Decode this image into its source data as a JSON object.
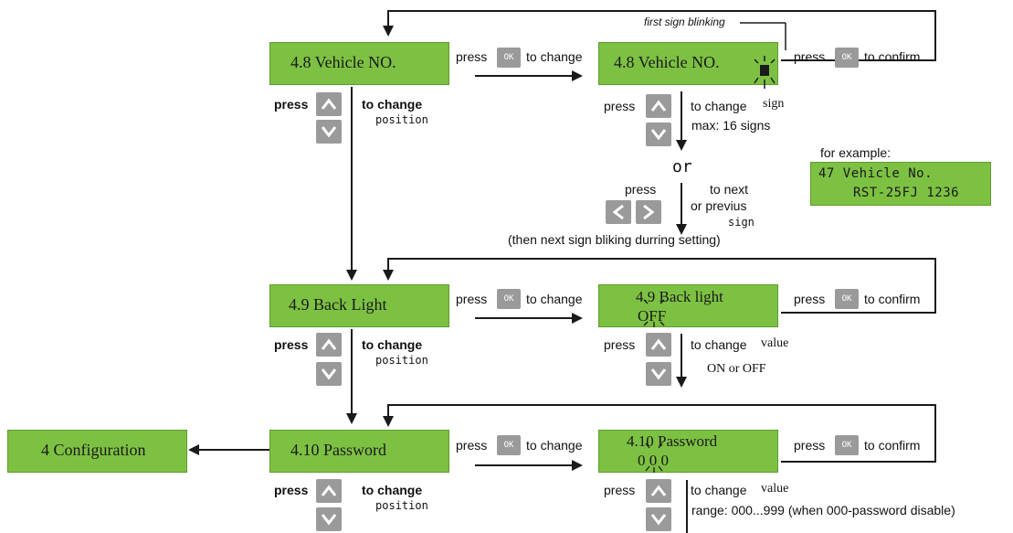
{
  "lcd": {
    "vehicle_menu": "4.8  Vehicle NO.",
    "vehicle_edit": "4.8  Vehicle NO.",
    "backlight_menu": "4.9  Back Light",
    "backlight_edit_title": "4.9  Back light",
    "backlight_edit_value": "OFF",
    "password_menu": "4.10  Password",
    "password_edit_title": "4.10 Password",
    "password_edit_value": "0 0 0",
    "config": "4  Configuration",
    "example_line1": "47 Vehicle No.",
    "example_line2": "RST-25FJ  1236"
  },
  "labels": {
    "first_sign_blinking": "first sign blinking",
    "press": "press",
    "to_change": "to change",
    "to_confirm": "to confirm",
    "position": "position",
    "sign": "sign",
    "max_signs": "max: 16 signs",
    "or": "or",
    "to_next": "to next",
    "or_previus": "or previus",
    "next_sign_note": "(then next sign bliking durring setting)",
    "for_example": "for example:",
    "value": "value",
    "on_or_off": "ON or OFF",
    "range": "range: 000...999 (when 000-password  disable)"
  },
  "keys": {
    "ok": "OK",
    "up": "up-arrow-icon",
    "down": "down-arrow-icon",
    "left": "left-arrow-icon",
    "right": "right-arrow-icon"
  },
  "colors": {
    "lcd_green": "#7dc143",
    "key_gray": "#9a9a9a",
    "line": "#1a1a1a"
  }
}
